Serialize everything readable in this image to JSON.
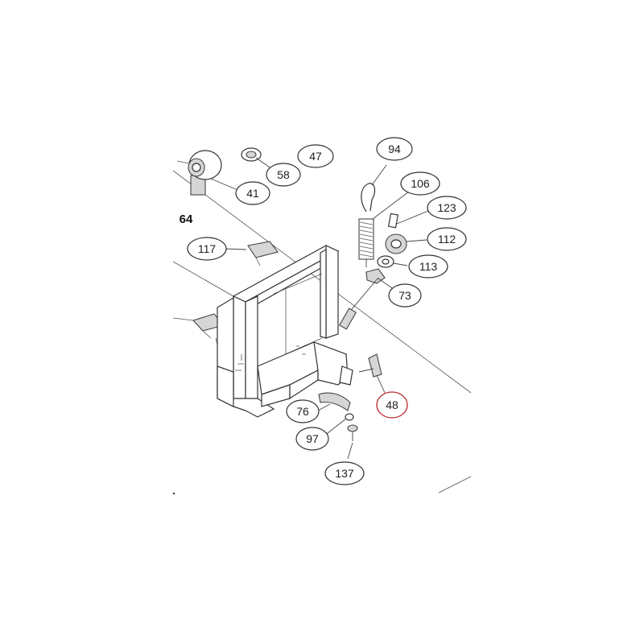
{
  "callouts": {
    "c94": "94",
    "c47": "47",
    "c58": "58",
    "c41": "41",
    "c64": "64",
    "c106": "106",
    "c123": "123",
    "c112": "112",
    "c113": "113",
    "c73": "73",
    "c117": "117",
    "c48": "48",
    "c76": "76",
    "c97": "97",
    "c137": "137"
  },
  "colors": {
    "highlight_circle": "#c0272d",
    "line": "#333333",
    "part_fill_grey": "#d6d6d6"
  }
}
